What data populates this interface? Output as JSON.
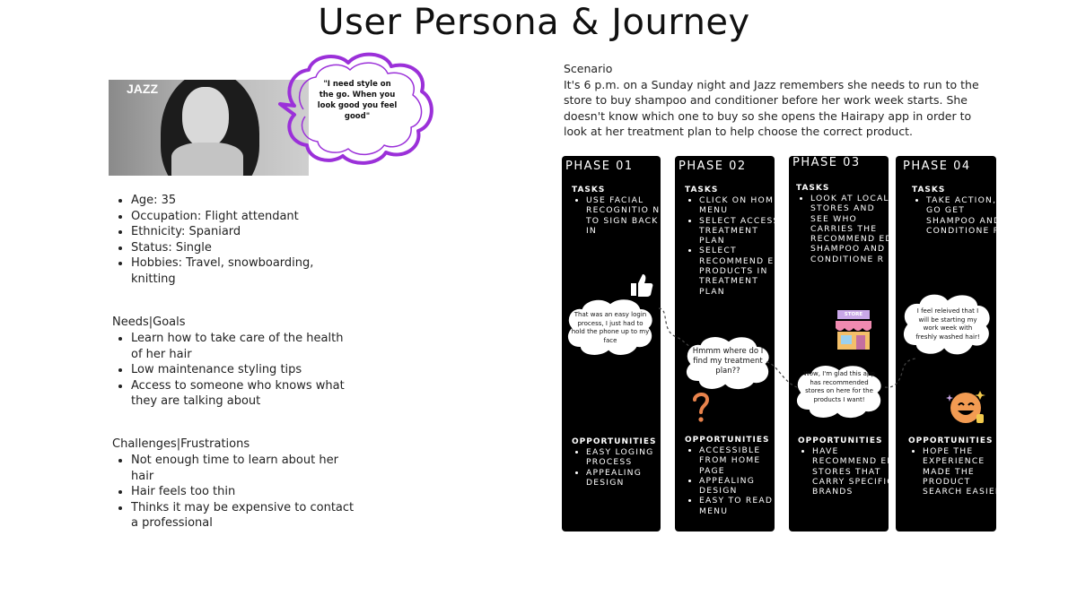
{
  "title": "User Persona & Journey",
  "persona": {
    "name": "JAZZ",
    "quote": "\"I need style on the go. When you look good you feel good\"",
    "details": [
      "Age: 35",
      "Occupation: Flight attendant",
      "Ethnicity: Spaniard",
      "Status: Single",
      "Hobbies: Travel, snowboarding, knitting"
    ],
    "needs_title": "Needs|Goals",
    "needs": [
      "Learn how to take care of the health of her hair",
      "Low maintenance styling tips",
      "Access to someone who knows what they are talking about"
    ],
    "challenges_title": "Challenges|Frustrations",
    "challenges": [
      "Not enough time to learn about her hair",
      "Hair feels too thin",
      "Thinks it may be expensive to contact a professional"
    ]
  },
  "scenario": {
    "title": "Scenario",
    "text": "It's 6 p.m. on a Sunday night and  Jazz remembers she needs to run to the store to buy shampoo and conditioner before her work week starts. She doesn't know which one to buy so she opens the Hairapy app in order to look at her treatment plan to help choose the correct product."
  },
  "phases": [
    {
      "title": "PHASE 01",
      "tasks_label": "TASKS",
      "tasks": [
        "Use facial recognitio n to sign back in"
      ],
      "thought": "That was an easy login process, I just had to hold the phone up to my face",
      "icon": "thumbs-up-icon",
      "opportunities_label": "OPPORTUNITIES",
      "opportunities": [
        "Easy loging process",
        "Appealing design"
      ]
    },
    {
      "title": "PHASE 02",
      "tasks_label": "TASKS",
      "tasks": [
        "Click on home menu",
        "Select access treatment plan",
        "Select recommend ed products in treatment plan"
      ],
      "thought": "Hmmm where do I find my treatment plan??",
      "icon": "question-mark-icon",
      "opportunities_label": "OPPORTUNITIES",
      "opportunities": [
        "Accessible from home page",
        "Appealing design",
        "Easy to read menu"
      ]
    },
    {
      "title": "PHASE 03",
      "tasks_label": "TASKS",
      "tasks": [
        "Look at local stores and see who carries the recommend ed shampoo and conditione r"
      ],
      "thought": "Wow, I'm glad this app has recommended stores on here for the products I want!",
      "icon": "store-icon",
      "store_sign": "STORE",
      "opportunities_label": "OPPORTUNITIES",
      "opportunities": [
        "Have recommend ed stores that carry specific brands"
      ]
    },
    {
      "title": "PHASE 04",
      "tasks_label": "TASKS",
      "tasks": [
        "Take action, go get shampoo and conditione r"
      ],
      "thought": "I feel releived that I will be starting my work week with freshly washed hair!",
      "icon": "happy-face-icon",
      "opportunities_label": "OPPORTUNITIES",
      "opportunities": [
        "Hope the experience made the product search easier"
      ]
    }
  ]
}
